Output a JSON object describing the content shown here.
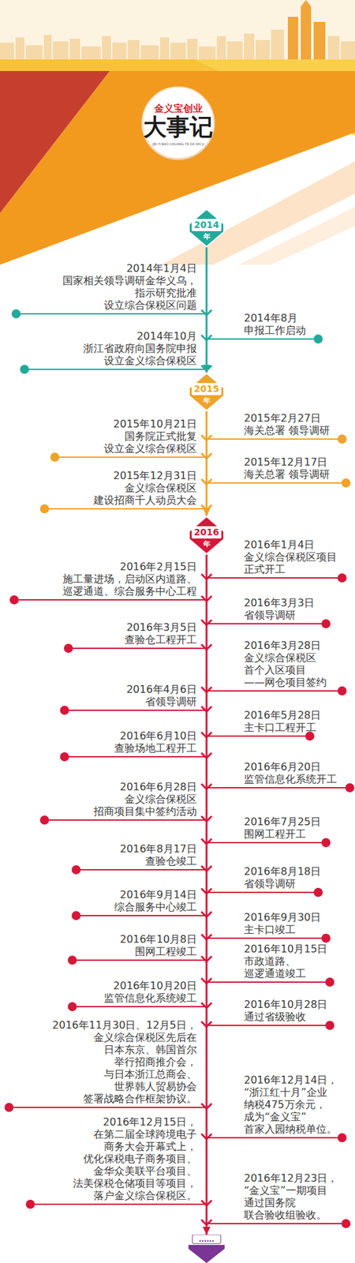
{
  "diagram": {
    "nodes": [
      {
        "text": [
          "金义宝创业",
          "大事记",
          "JIN YI BAO CHUANG YE DA SHI JI"
        ]
      },
      {
        "text": [
          "2014",
          "年"
        ]
      },
      {
        "text": [
          "2015",
          "年"
        ]
      },
      {
        "text": [
          "2016",
          "年"
        ]
      },
      {
        "text": [
          "……"
        ]
      }
    ],
    "edges": [
      {
        "from": 1,
        "to": 2,
        "arrow": "to"
      },
      {
        "from": 2,
        "to": 3,
        "arrow": "to"
      },
      {
        "from": 3,
        "to": 4,
        "arrow": "to"
      }
    ],
    "labels": [
      "2014年1月4日 国家相关领导调研金华义乌， 指示研究批准 设立综合保税区问题",
      "2014年8月 申报工作启动",
      "2014年10月 浙江省政府向国务院申报 设立金义综合保税区",
      "2015年2月27日 海关总署 领导调研",
      "2015年10月21日 国务院正式批复 设立金义综合保税区",
      "2015年12月17日 海关总署 领导调研",
      "2015年12月31日 金义综合保税区 建设招商千人动员大会",
      "2016年1月4日 金义综合保税区项目 正式开工",
      "2016年2月15日 施工量进场，启动区内道路、 巡逻通道、综合服务中心工程",
      "2016年3月3日 省领导调研",
      "2016年3月5日 查验仓工程开工",
      "2016年3月28日 金义综合保税区 首个入区项目 ——网仓项目签约",
      "2016年4月6日 省领导调研",
      "2016年5月28日 主卡口工程开工",
      "2016年6月10日 查验场地工程开工",
      "2016年6月20日 监管信息化系统开工",
      "2016年6月28日 金义综合保税区 招商项目集中签约活动",
      "2016年7月25日 围网工程开工",
      "2016年8月17日 查验仓竣工",
      "2016年8月18日 省领导调研",
      "2016年9月14日 综合服务中心竣工",
      "2016年9月30日 主卡口竣工",
      "2016年10月8日 围网工程竣工",
      "2016年10月15日 市政道路、 巡逻通道竣工",
      "2016年10月20日 监管信息化系统竣工",
      "2016年10月28日 通过省级验收",
      "2016年11月30日、12月5日， 金义综合保税区先后在 日本东京、韩国首尔 举行招商推介会， 与日本浙江总商会、 世界韩人贸易协会 签署战略合作框架协议。",
      "2016年12月14日， “浙江红十月”企业 纳税475万余元， 成为“金义宝” 首家入园纳税单位。",
      "2016年12月15日， 在第二届全球跨境电子 商务大会开幕式上， 优化保税电子商务项目、 金华众美联平台项目、 法美保税仓储项目等项目， 落户金义综合保税区。",
      "2016年12月23日， “金义宝”一期项目 通过国务院 联合验收组验收。"
    ]
  }
}
